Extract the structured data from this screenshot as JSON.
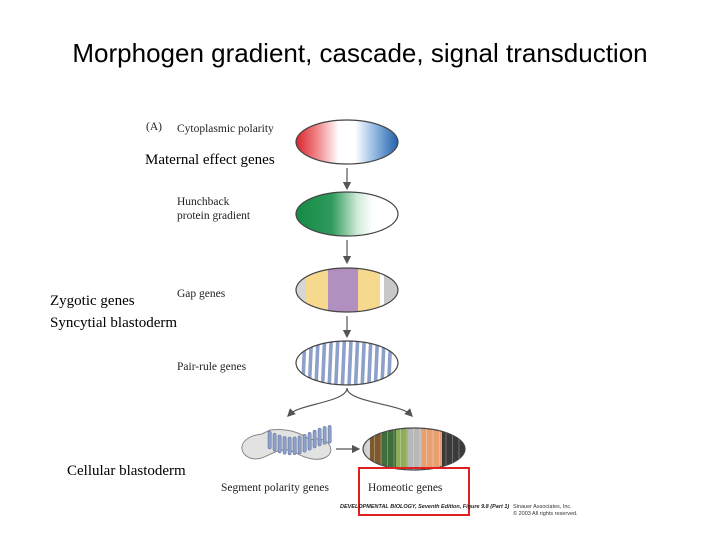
{
  "slide": {
    "title": "Morphogen gradient, cascade, signal transduction",
    "notes": {
      "maternal": "Maternal effect genes",
      "zygotic": "Zygotic genes",
      "syncytial": "Syncytial blastoderm",
      "cellular": "Cellular blastoderm"
    }
  },
  "figure": {
    "panel_label": "(A)",
    "labels": {
      "cytoplasmic": "Cytoplasmic polarity",
      "hunchback_1": "Hunchback",
      "hunchback_2": "protein gradient",
      "gap": "Gap genes",
      "pair_rule": "Pair-rule genes",
      "segment_polarity": "Segment polarity genes",
      "homeotic": "Homeotic genes"
    },
    "credit": {
      "book": "DEVELOPMENTAL BIOLOGY, Seventh Edition, Figure 9.8 (Part 1)",
      "publisher": "Sinauer Associates, Inc.",
      "rights": "© 2003 All rights reserved."
    },
    "colors": {
      "anterior": "#e0313a",
      "posterior": "#2e6db4",
      "hunchback": "#1f8a4c",
      "gap_yellow": "#f6d98e",
      "gap_purple": "#b18fbf",
      "pair_rule": "#8da0c9",
      "highlight_box": "#e02020"
    }
  }
}
